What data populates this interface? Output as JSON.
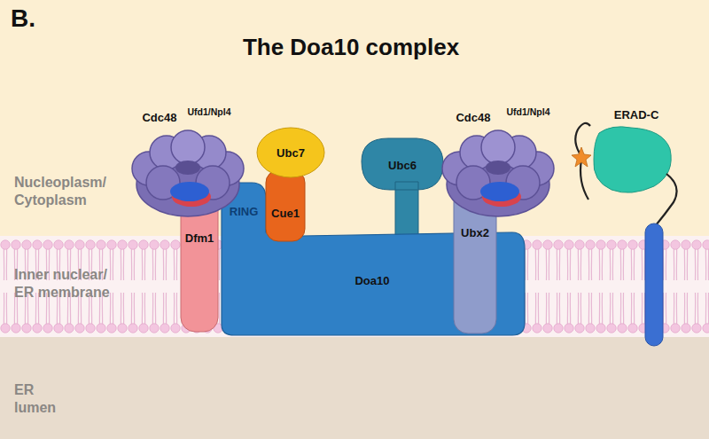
{
  "diagram": {
    "title": "The Doa10 complex",
    "nodes": [
      {
        "text": [
          "Cdc48",
          "Ufd1/Npl4"
        ]
      },
      {
        "text": [
          "Ubc7"
        ]
      },
      {
        "text": [
          "Cdc48",
          "Ufd1/Npl4"
        ]
      },
      {
        "text": [
          "ERAD-C"
        ]
      },
      {
        "text": [
          "Dfm1"
        ]
      },
      {
        "text": [
          "Cue1"
        ]
      },
      {
        "text": [
          "Ubc6"
        ]
      },
      {
        "text": [
          "RING",
          "Doa10"
        ]
      },
      {
        "text": [
          "Ubx2"
        ]
      }
    ],
    "labels": [
      "B.",
      "Nucleoplasm/ Cytoplasm",
      "Inner nuclear/ ER membrane",
      "ER lumen"
    ]
  }
}
